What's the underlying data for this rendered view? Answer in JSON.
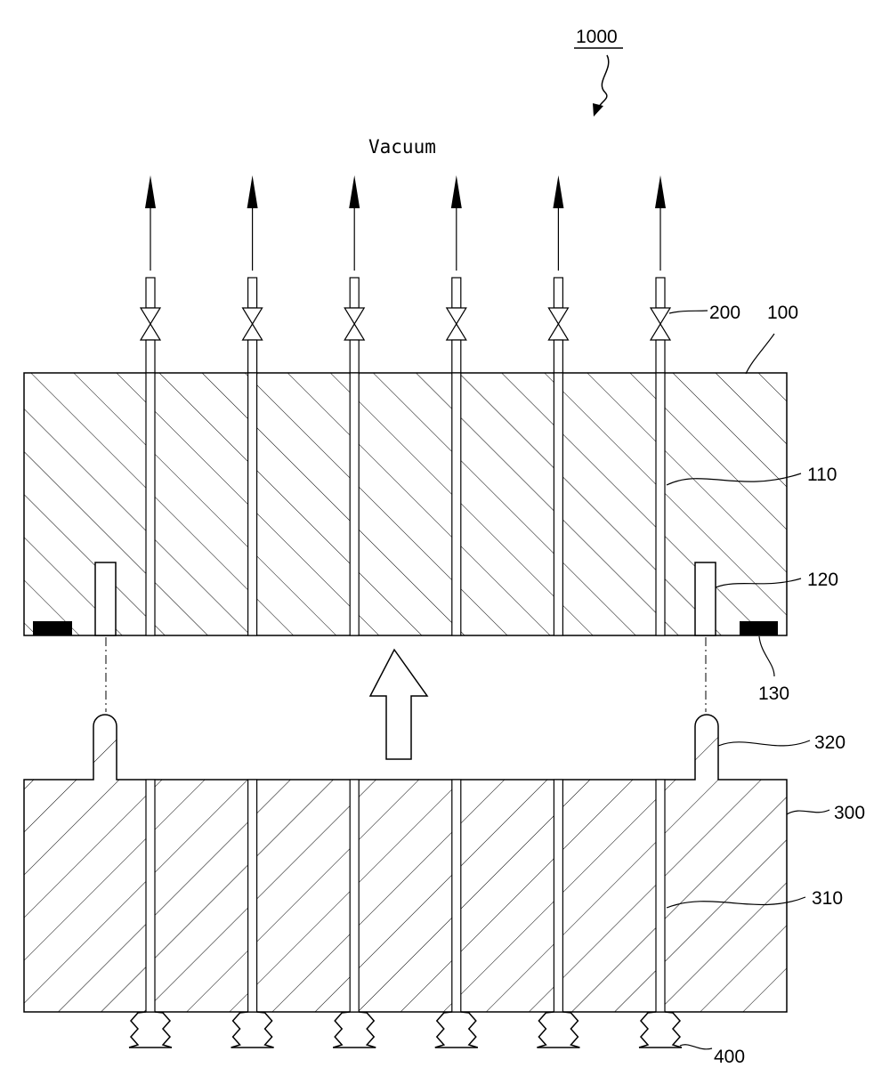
{
  "figure": {
    "title_ref": "1000",
    "vacuum_label": "Vacuum",
    "labels": {
      "valve": "200",
      "upper_block": "100",
      "upper_channel": "110",
      "upper_hole": "120",
      "seal": "130",
      "lower_pin": "320",
      "lower_block": "300",
      "lower_channel": "310",
      "suction_pad": "400"
    },
    "channel_count": 6,
    "colors": {
      "ink": "#000000",
      "background": "#ffffff"
    }
  }
}
